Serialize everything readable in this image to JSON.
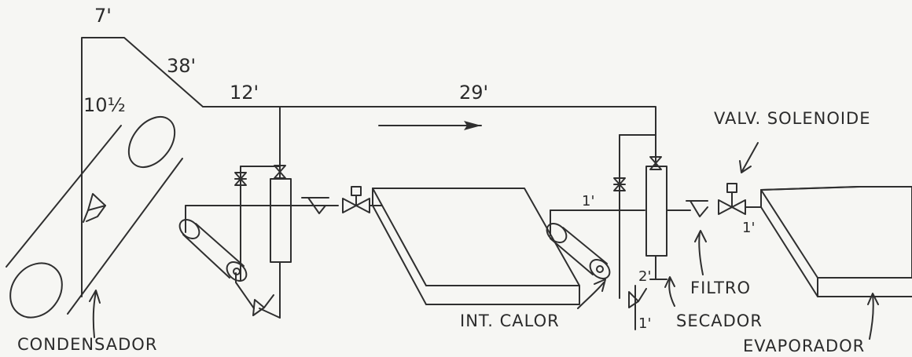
{
  "labels": {
    "condensador": "CONDENSADOR",
    "int_calor": "INT. CALOR",
    "secador": "SECADOR",
    "evaporador": "EVAPORADOR",
    "filtro": "FILTRO",
    "valv_solenoide": "VALV. SOLENOIDE"
  },
  "dimensions": {
    "d_7": "7'",
    "d_38": "38'",
    "d_10_half": "10½",
    "d_12": "12'",
    "d_29": "29'",
    "d_1_upper": "1'",
    "d_1_right": "1'",
    "d_2": "2'",
    "d_1_lower": "1'"
  }
}
